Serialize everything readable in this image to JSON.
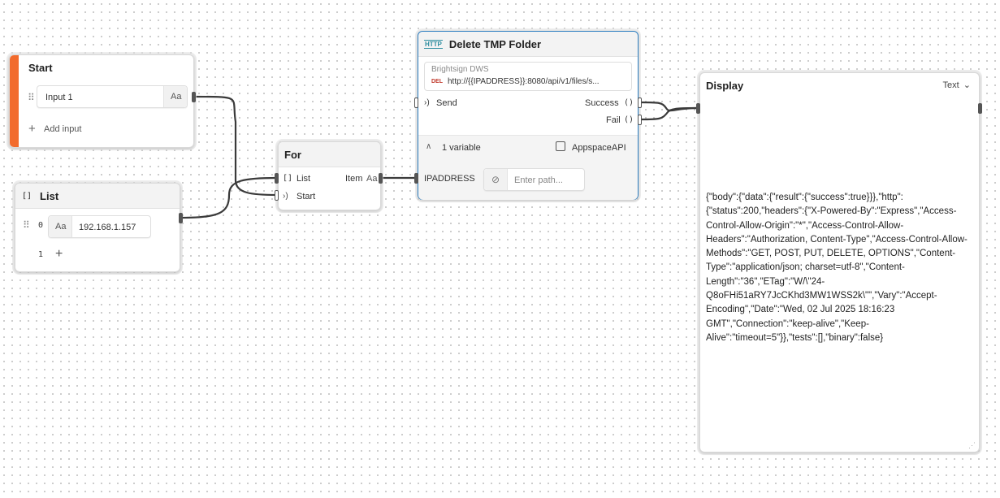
{
  "start_node": {
    "title": "Start",
    "accent_color": "#f26b2d",
    "input_label": "Input 1",
    "input_type": "Aa",
    "add_input_label": "Add input"
  },
  "list_node": {
    "icon": "[]",
    "title": "List",
    "items": [
      {
        "index": "0",
        "type": "Aa",
        "value": "192.168.1.157"
      }
    ],
    "next_index": "1"
  },
  "for_node": {
    "title": "For",
    "list_label": "List",
    "start_label": "Start",
    "item_label": "Item",
    "item_type": "Aa"
  },
  "http_node": {
    "title": "Delete TMP Folder",
    "icon_label": "HTTP",
    "source": "Brightsign DWS",
    "method": "DEL",
    "url": "http://{{IPADDRESS}}:8080/api/v1/files/s...",
    "send_label": "Send",
    "success_label": "Success",
    "fail_label": "Fail",
    "paren": "()",
    "variables_label": "1 variable",
    "api_label": "AppspaceAPI",
    "variable_name": "IPADDRESS",
    "path_placeholder": "Enter path..."
  },
  "display_node": {
    "title": "Display",
    "format": "Text",
    "content": "{\"body\":{\"data\":{\"result\":{\"success\":true}}},\"http\":{\"status\":200,\"headers\":{\"X-Powered-By\":\"Express\",\"Access-Control-Allow-Origin\":\"*\",\"Access-Control-Allow-Headers\":\"Authorization, Content-Type\",\"Access-Control-Allow-Methods\":\"GET, POST, PUT, DELETE, OPTIONS\",\"Content-Type\":\"application/json; charset=utf-8\",\"Content-Length\":\"36\",\"ETag\":\"W/\\\"24-Q8oFHi51aRY7JcCKhd3MW1WSS2k\\\"\",\"Vary\":\"Accept-Encoding\",\"Date\":\"Wed, 02 Jul 2025 18:16:23 GMT\",\"Connection\":\"keep-alive\",\"Keep-Alive\":\"timeout=5\"}},\"tests\":[],\"binary\":false}"
  },
  "colors": {
    "wire": "#3a3a3a",
    "http_border": "#2f7fc1",
    "start_accent": "#f26b2d",
    "method_red": "#c0392b"
  }
}
